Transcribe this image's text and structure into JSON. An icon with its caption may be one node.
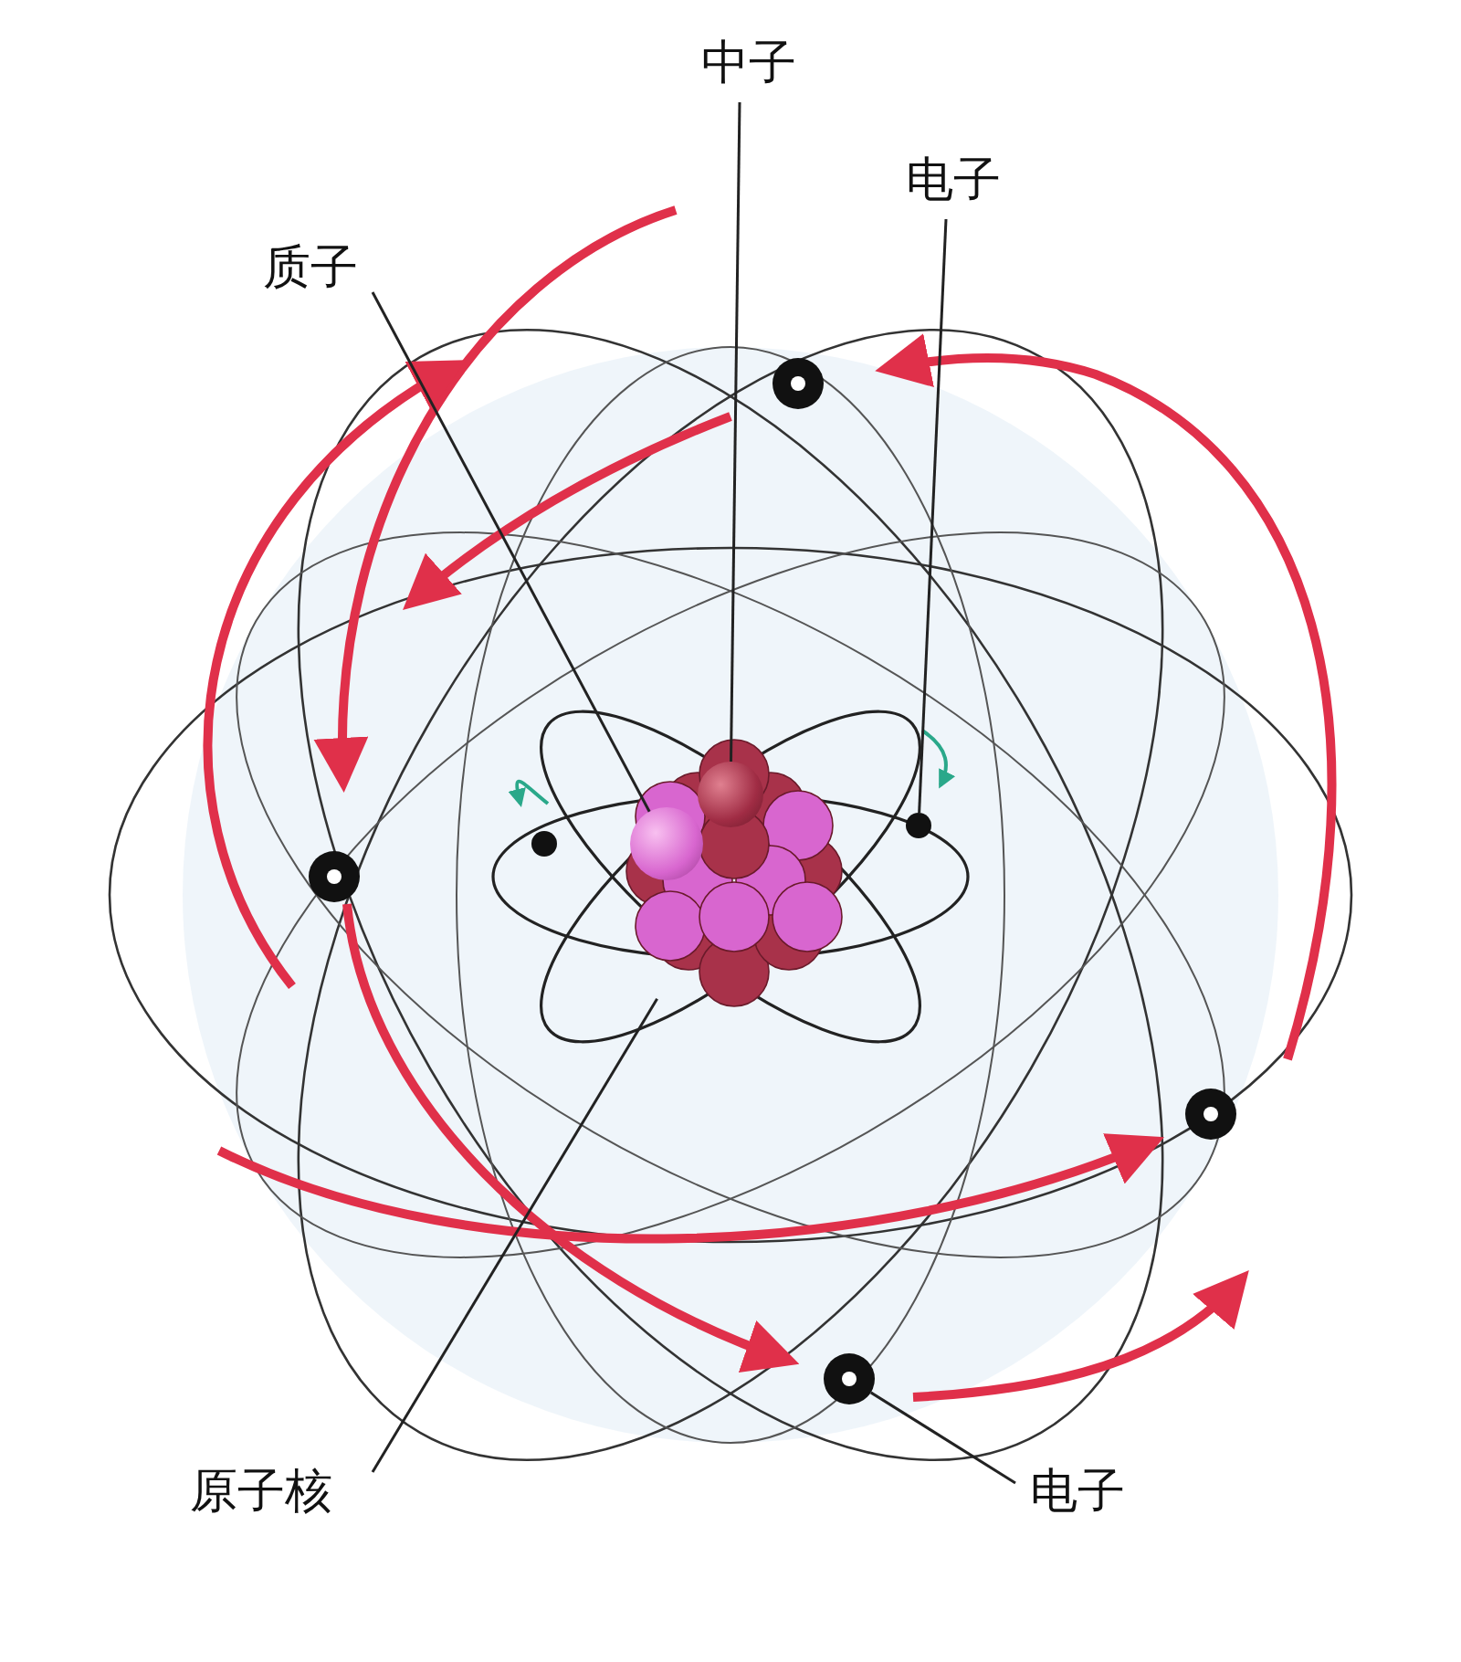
{
  "diagram": {
    "nodes": [
      {
        "text": [
          "中子"
        ]
      },
      {
        "text": [
          "电子"
        ]
      },
      {
        "text": [
          "质子"
        ]
      },
      {
        "text": [
          "原子核"
        ]
      },
      {
        "text": [
          "电子"
        ]
      },
      {
        "text": [],
        "shape": "circle",
        "in": 8
      },
      {
        "text": [],
        "shape": "circle"
      },
      {
        "text": [],
        "shape": "circle",
        "in": 8
      },
      {
        "text": [],
        "shape": "circle"
      },
      {
        "text": [],
        "shape": "circle"
      }
    ],
    "edges": [
      {
        "from": 0,
        "to": 5,
        "arrow": "none"
      },
      {
        "from": 1,
        "to": 6,
        "arrow": "none"
      },
      {
        "from": 2,
        "to": 7,
        "arrow": "none"
      },
      {
        "from": 3,
        "to": 8,
        "arrow": "none"
      },
      {
        "from": 4,
        "to": 9,
        "arrow": "none"
      }
    ]
  }
}
